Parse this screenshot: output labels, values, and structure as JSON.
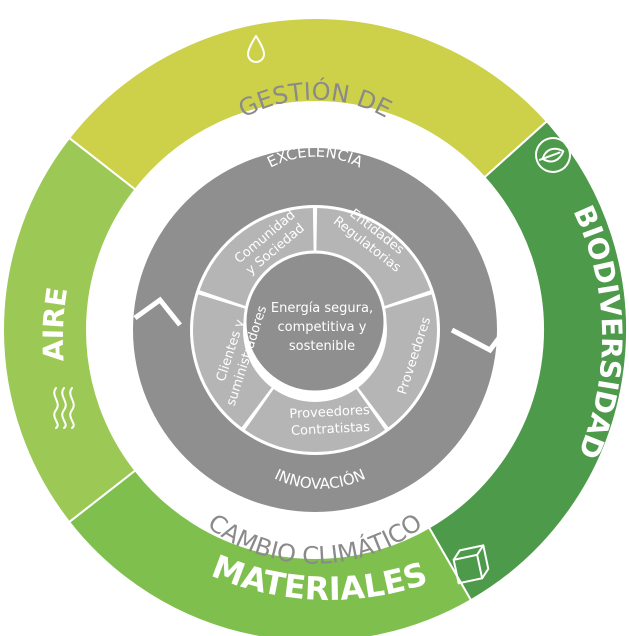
{
  "outer_ring": {
    "agua": "AGUA",
    "biodiversidad": "BIODIVERSIDAD",
    "materiales": "MATERIALES",
    "aire": "AIRE"
  },
  "white_ring": {
    "top": "GESTIÓN DE",
    "bottom": "CAMBIO CLIMÁTICO"
  },
  "grey_ring": {
    "top": "EXCELENCIA",
    "bottom": "INNOVACIÓN"
  },
  "stakeholders": {
    "comunidad_1": "Comunidad",
    "comunidad_2": "y Sociedad",
    "entidades_1": "Entidades",
    "entidades_2": "Regulatorias",
    "proveedores": "Proveedores",
    "contratistas_1": "Proveedores",
    "contratistas_2": "Contratistas",
    "clientes_1": "Clientes y",
    "clientes_2": "suministradores"
  },
  "center": {
    "line1": "Energía segura,",
    "line2": "competitiva y",
    "line3": "sostenible"
  },
  "colors": {
    "agua": "#cdd14a",
    "biodiversidad": "#4d9a4b",
    "materiales": "#7fbf4d",
    "aire": "#9cc955",
    "grey_dark": "#8f8f8f",
    "grey_mid": "#a6a6a6",
    "grey_light": "#b5b5b5",
    "text_grey": "#8a8a8a"
  },
  "icons": {
    "agua": "droplet-icon",
    "biodiversidad": "leaf-icon",
    "materiales": "box-icon",
    "aire": "wind-waves-icon"
  }
}
